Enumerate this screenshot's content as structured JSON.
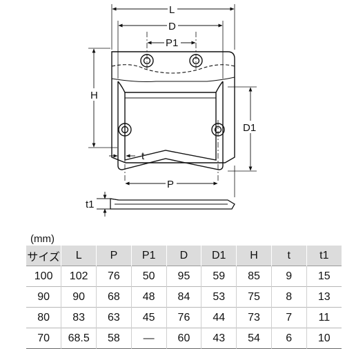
{
  "drawing": {
    "labels": {
      "L": "L",
      "D": "D",
      "P1": "P1",
      "H": "H",
      "D1": "D1",
      "t": "t",
      "P": "P",
      "t1": "t1"
    }
  },
  "table": {
    "unit": "(mm)",
    "headers": [
      "サイズ",
      "L",
      "P",
      "P1",
      "D",
      "D1",
      "H",
      "t",
      "t1"
    ],
    "rows": [
      [
        "100",
        "102",
        "76",
        "50",
        "95",
        "59",
        "85",
        "9",
        "15"
      ],
      [
        "90",
        "90",
        "68",
        "48",
        "84",
        "53",
        "75",
        "8",
        "13"
      ],
      [
        "80",
        "83",
        "63",
        "45",
        "76",
        "44",
        "73",
        "7",
        "11"
      ],
      [
        "70",
        "68.5",
        "58",
        "—",
        "60",
        "43",
        "54",
        "6",
        "10"
      ]
    ]
  }
}
